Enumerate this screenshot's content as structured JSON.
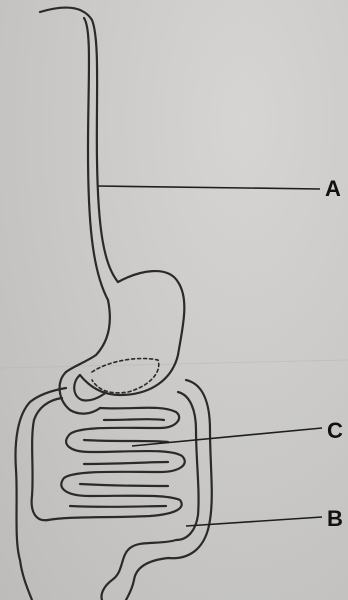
{
  "diagram": {
    "labels": {
      "a": "A",
      "b": "B",
      "c": "C"
    },
    "colors": {
      "ink": "#2a2a2a",
      "paper": "#cbcac8"
    }
  }
}
